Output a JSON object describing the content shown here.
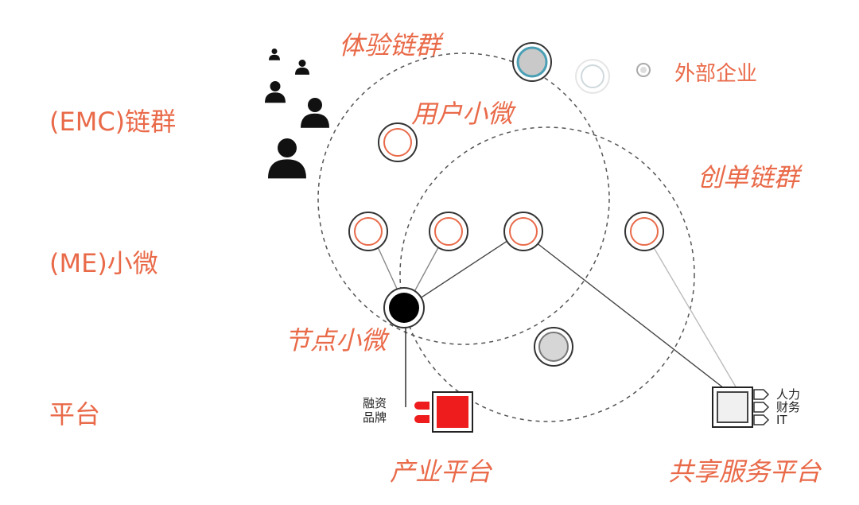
{
  "left_labels": {
    "emc": "(EMC)链群",
    "me": "(ME)小微",
    "platform": "平台"
  },
  "diagram_labels": {
    "experience_chain": "体验链群",
    "user_micro": "用户小微",
    "creation_chain": "创单链群",
    "node_micro": "节点小微",
    "external_enterprise": "外部企业",
    "industry_platform": "产业平台",
    "shared_service_platform": "共享服务平台"
  },
  "industry_tags": [
    "融资",
    "品牌"
  ],
  "shared_service_tags": [
    "人力",
    "财务",
    "IT"
  ],
  "colors": {
    "accent": "#e96a49",
    "platform_red": "#ee1c1c",
    "node_black": "#000000"
  }
}
